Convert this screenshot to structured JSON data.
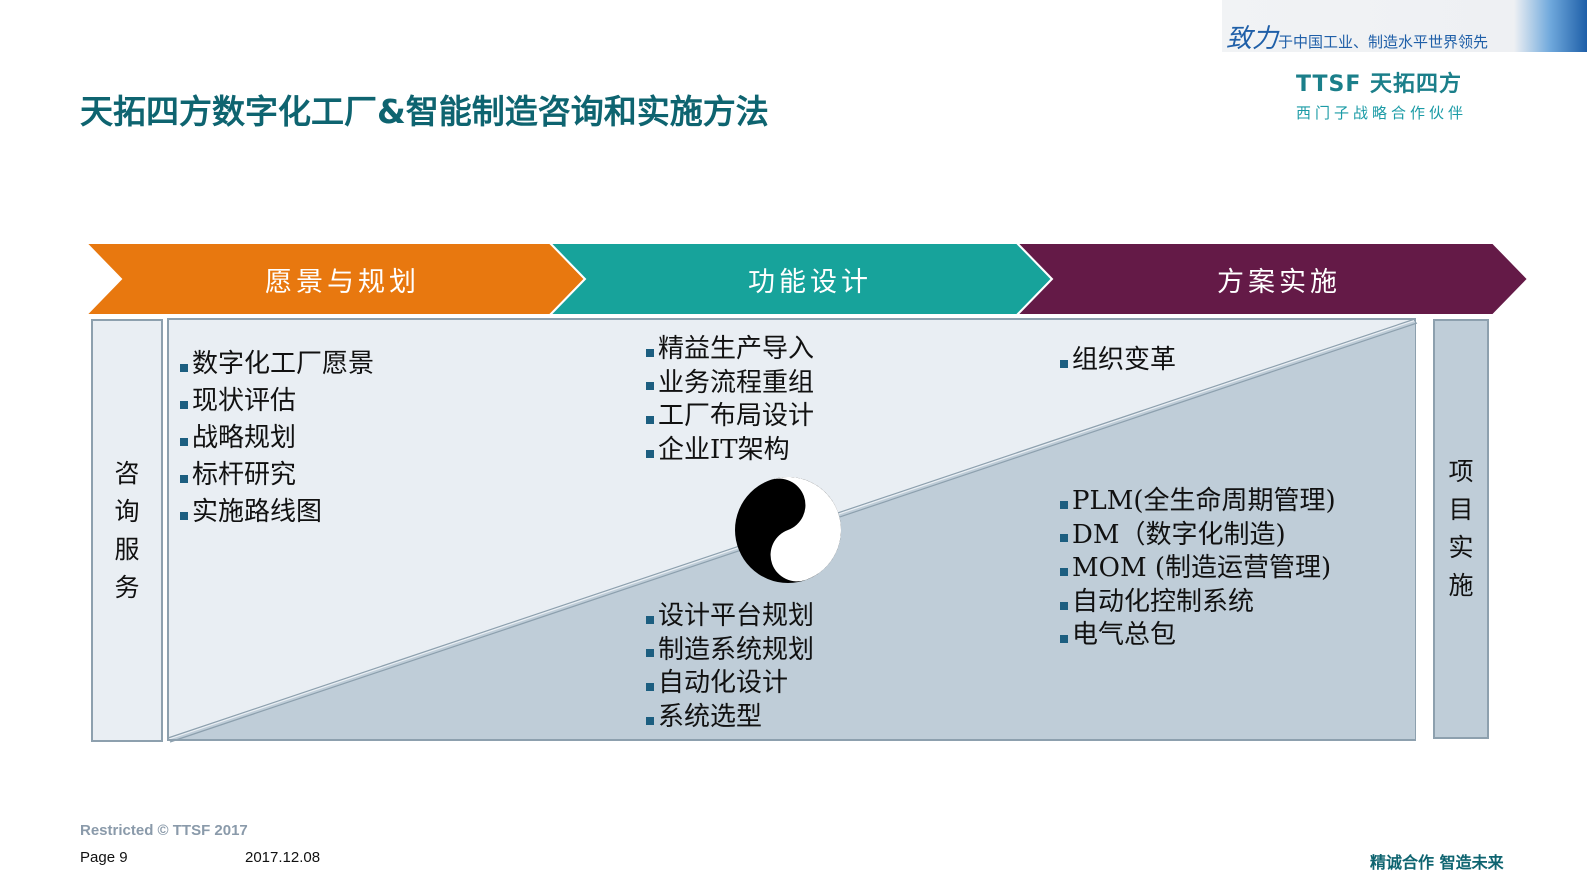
{
  "header": {
    "slogan_big": "致力",
    "slogan_rest": "于中国工业、制造水平世界领先",
    "logo_main": "TTSF 天拓四方",
    "logo_sub": "西门子战略合作伙伴"
  },
  "title": "天拓四方数字化工厂&智能制造咨询和实施方法",
  "phases": [
    {
      "label": "愿景与规划",
      "color": "#e8780f"
    },
    {
      "label": "功能设计",
      "color": "#17a39b"
    },
    {
      "label": "方案实施",
      "color": "#641a47"
    }
  ],
  "left_label": [
    "咨",
    "询",
    "服",
    "务"
  ],
  "right_label": [
    "项",
    "目",
    "实",
    "施"
  ],
  "col1_items": [
    "数字化工厂愿景",
    "现状评估",
    "战略规划",
    "标杆研究",
    "实施路线图"
  ],
  "col2_top_items": [
    "精益生产导入",
    "业务流程重组",
    "工厂布局设计",
    "企业IT架构"
  ],
  "col2_bottom_items": [
    "设计平台规划",
    "制造系统规划",
    "自动化设计",
    "系统选型"
  ],
  "col3_top_items": [
    "组织变革"
  ],
  "col3_bottom_items": [
    "PLM(全生命周期管理)",
    "DM（数字化制造)",
    "MOM (制造运营管理)",
    "自动化控制系统",
    "电气总包"
  ],
  "center_icon": "yin-yang-icon",
  "footer": {
    "restricted": "Restricted © TTSF 2017",
    "page": "Page 9",
    "date": "2017.12.08",
    "tagline": "精诚合作 智造未来"
  }
}
